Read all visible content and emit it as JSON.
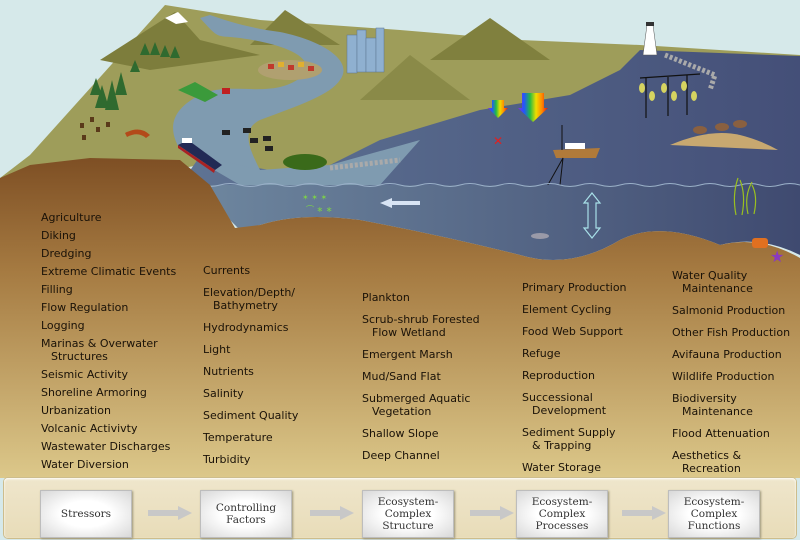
{
  "diagram": {
    "title": "Estuarine ecosystem conceptual model",
    "columns": {
      "stressors": [
        [
          "Agriculture"
        ],
        [
          "Diking"
        ],
        [
          "Dredging"
        ],
        [
          "Extreme Climatic Events"
        ],
        [
          "Filling"
        ],
        [
          "Flow Regulation"
        ],
        [
          "Logging"
        ],
        [
          "Marinas & Overwater",
          "Structures"
        ],
        [
          "Seismic Activity"
        ],
        [
          "Shoreline Armoring"
        ],
        [
          "Urbanization"
        ],
        [
          "Volcanic Activivty"
        ],
        [
          "Wastewater Discharges"
        ],
        [
          "Water Diversion"
        ]
      ],
      "controlling_factors": [
        [
          "Currents"
        ],
        [
          "Elevation/Depth/",
          "Bathymetry"
        ],
        [
          "Hydrodynamics"
        ],
        [
          "Light"
        ],
        [
          "Nutrients"
        ],
        [
          "Salinity"
        ],
        [
          "Sediment Quality"
        ],
        [
          "Temperature"
        ],
        [
          "Turbidity"
        ]
      ],
      "structure": [
        [
          "Plankton"
        ],
        [
          "Scrub-shrub Forested",
          "Flow Wetland"
        ],
        [
          "Emergent Marsh"
        ],
        [
          "Mud/Sand Flat"
        ],
        [
          "Submerged Aquatic",
          "Vegetation"
        ],
        [
          "Shallow Slope"
        ],
        [
          "Deep Channel"
        ]
      ],
      "processes": [
        [
          "Primary Production"
        ],
        [
          "Element Cycling"
        ],
        [
          "Food Web Support"
        ],
        [
          "Refuge"
        ],
        [
          "Reproduction"
        ],
        [
          "Successional",
          "Development"
        ],
        [
          "Sediment Supply",
          "& Trapping"
        ],
        [
          "Water Storage"
        ]
      ],
      "functions": [
        [
          "Water Quality",
          "Maintenance"
        ],
        [
          "Salmonid Production"
        ],
        [
          "Other Fish Production"
        ],
        [
          "Avifauna Production"
        ],
        [
          "Wildlife Production"
        ],
        [
          "Biodiversity",
          "Maintenance"
        ],
        [
          "Flood Attenuation"
        ],
        [
          "Aesthetics &",
          "Recreation"
        ]
      ]
    },
    "flow": {
      "boxes": [
        "Stressors",
        "Controlling\nFactors",
        "Ecosystem-\nComplex\nStructure",
        "Ecosystem-\nComplex\nProcesses",
        "Ecosystem-\nComplex\nFunctions"
      ],
      "arrow_icon": "right-arrow-icon"
    },
    "colors": {
      "sky": "#d6e9ea",
      "land": "#9a9a55",
      "water": "#7f9bb0",
      "deep_water": "#4a5878",
      "soil_top": "#8a5a2a",
      "soil_bottom": "#d8c283"
    }
  }
}
